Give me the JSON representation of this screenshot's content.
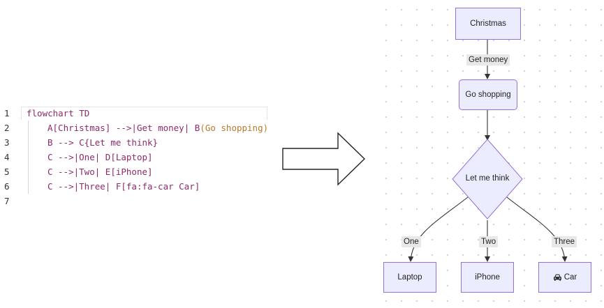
{
  "editor": {
    "lines": [
      {
        "num": "1",
        "parts": [
          {
            "t": "flowchart TD",
            "c": "kw"
          }
        ]
      },
      {
        "num": "2",
        "indent": true,
        "parts": [
          {
            "t": "A",
            "c": "node"
          },
          {
            "t": "[Christmas]",
            "c": "br"
          },
          {
            "t": " -->|",
            "c": "br"
          },
          {
            "t": "Get money",
            "c": "txt"
          },
          {
            "t": "| ",
            "c": "br"
          },
          {
            "t": "B",
            "c": "node"
          },
          {
            "t": "(Go shopping)",
            "c": "par"
          }
        ]
      },
      {
        "num": "3",
        "indent": true,
        "parts": [
          {
            "t": "B --> C",
            "c": "node"
          },
          {
            "t": "{Let me think}",
            "c": "br"
          }
        ]
      },
      {
        "num": "4",
        "indent": true,
        "parts": [
          {
            "t": "C -->|",
            "c": "node"
          },
          {
            "t": "One",
            "c": "txt"
          },
          {
            "t": "| D",
            "c": "node"
          },
          {
            "t": "[Laptop]",
            "c": "br"
          }
        ]
      },
      {
        "num": "5",
        "indent": true,
        "parts": [
          {
            "t": "C -->|",
            "c": "node"
          },
          {
            "t": "Two",
            "c": "txt"
          },
          {
            "t": "| E",
            "c": "node"
          },
          {
            "t": "[iPhone]",
            "c": "br"
          }
        ]
      },
      {
        "num": "6",
        "indent": true,
        "parts": [
          {
            "t": "C -->|",
            "c": "node"
          },
          {
            "t": "Three",
            "c": "txt"
          },
          {
            "t": "| F",
            "c": "node"
          },
          {
            "t": "[fa:fa-car Car]",
            "c": "br"
          }
        ]
      },
      {
        "num": "7",
        "parts": []
      }
    ]
  },
  "diagram": {
    "nodes": {
      "christmas": "Christmas",
      "go_shopping": "Go shopping",
      "let_me_think": "Let me think",
      "laptop": "Laptop",
      "iphone": "iPhone",
      "car": "Car"
    },
    "edges": {
      "get_money": "Get money",
      "one": "One",
      "two": "Two",
      "three": "Three"
    },
    "icons": {
      "arrow": "right-arrow-icon",
      "car": "car-icon"
    },
    "colors": {
      "node_fill": "#ececff",
      "node_border": "#9370db",
      "edge": "#333333",
      "label_bg": "#e8e8e8"
    }
  }
}
